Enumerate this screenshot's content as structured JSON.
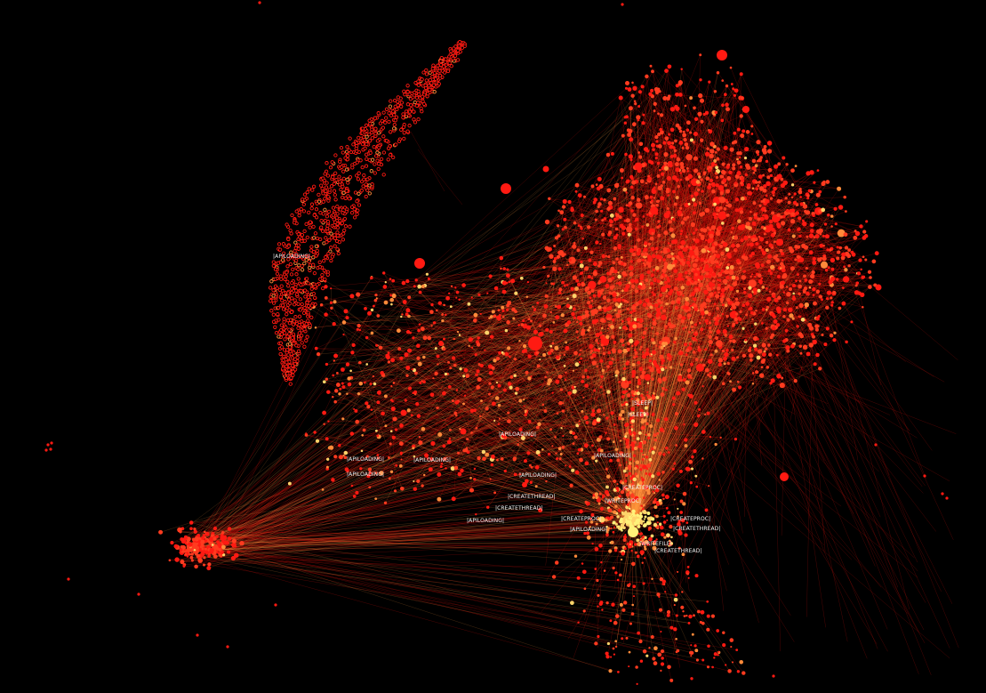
{
  "background_color": "#000000",
  "colors": {
    "node_primary": "#ff1a12",
    "node_mid": "#ff3b1f",
    "node_warm": "#ff8a3a",
    "node_hot": "#ffd36a",
    "node_core": "#fff27a",
    "edge": "#c4100a",
    "edge_warm": "#ff9a40",
    "label_text": "#f2f2f2"
  },
  "graph": {
    "labels": [
      "|APILOADING|",
      "|SLEEP|",
      "|SLEEP|",
      "|APILOADING|",
      "|APILOADING|",
      "|APILOADING|",
      "|APILOADING|",
      "|APILOADING|",
      "|APILOADING|",
      "|CREATETHREAD|",
      "|CREATETHREAD|",
      "|APILOADING|",
      "|CREATEPROC|",
      "|WRITEPROC|",
      "|CREATEPROC|",
      "|CREATEPROC|",
      "|APILOADING|",
      "|CREATETHREAD|",
      "|WRITEFILE|",
      "|CREATETHREAD|"
    ]
  }
}
